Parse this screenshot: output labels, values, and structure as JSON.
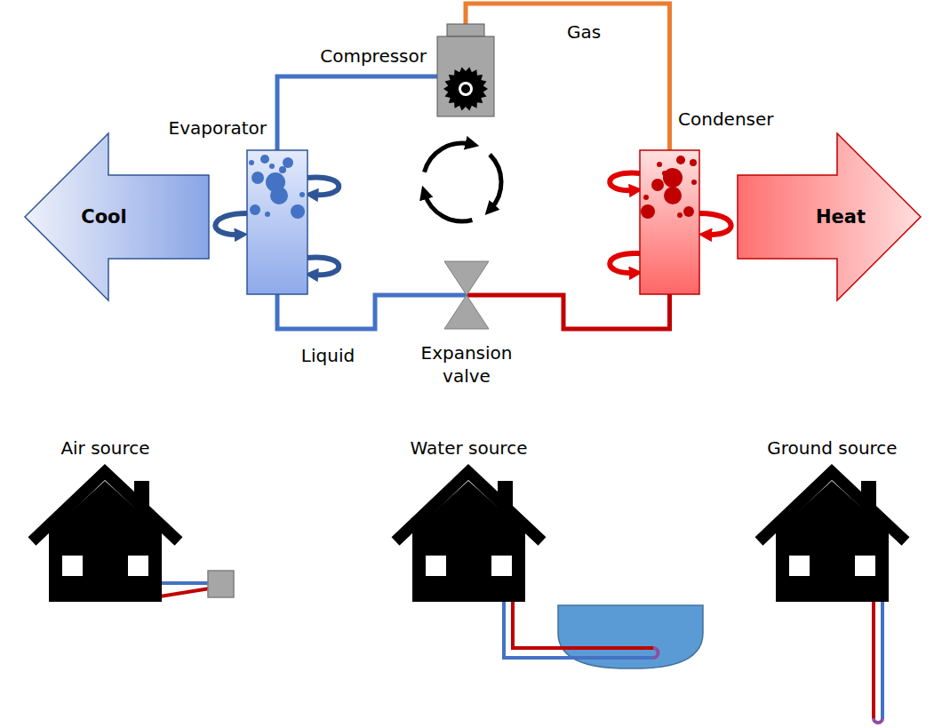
{
  "diagram": {
    "nodes": [
      {
        "text": [
          "Compressor"
        ]
      },
      {
        "text": [
          "Evaporator"
        ]
      },
      {
        "text": [
          "Condenser"
        ]
      },
      {
        "text": [
          "Expansion valve"
        ]
      },
      {
        "text": [
          "Cool"
        ]
      },
      {
        "text": [
          "Heat"
        ]
      },
      {
        "text": [
          "Air source"
        ]
      },
      {
        "text": [
          "Water source"
        ]
      },
      {
        "text": [
          "Ground source"
        ]
      }
    ],
    "edges": [
      {
        "from": 1,
        "to": 0,
        "arrow": "none"
      },
      {
        "from": 0,
        "to": 2,
        "label": "Gas",
        "arrow": "none"
      },
      {
        "from": 2,
        "to": 3,
        "arrow": "none"
      },
      {
        "from": 3,
        "to": 1,
        "label": "Liquid",
        "arrow": "none"
      }
    ]
  }
}
